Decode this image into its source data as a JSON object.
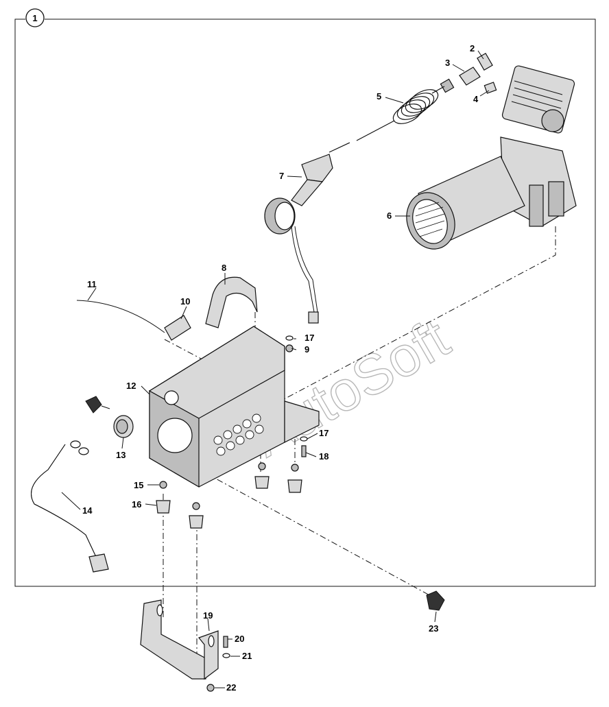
{
  "assembly_number": "1",
  "watermark": "AutoSoft",
  "callouts": [
    "2",
    "3",
    "4",
    "5",
    "6",
    "7",
    "8",
    "9",
    "10",
    "11",
    "12",
    "13",
    "14",
    "15",
    "16",
    "17",
    "17",
    "18",
    "19",
    "20",
    "21",
    "22",
    "23"
  ]
}
